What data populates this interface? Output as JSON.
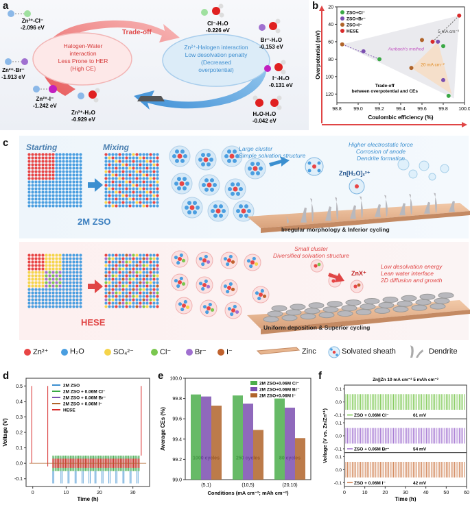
{
  "panel_labels": {
    "a": "a",
    "b": "b",
    "c": "c",
    "d": "d",
    "e": "e",
    "f": "f"
  },
  "panel_a": {
    "trade_off": "Trade-off",
    "left_bubble": [
      "Halogen-Water",
      "interaction",
      "Less Prone to HER",
      "(High CE)"
    ],
    "right_bubble": [
      "Zn²⁺-Halogen interaction",
      "Low desolvation penalty",
      "(Decreased",
      "overpotential)"
    ],
    "species": [
      {
        "name": "Zn²⁺-Cl⁻",
        "energy": "-2.096 eV"
      },
      {
        "name": "Zn²⁺-Br⁻",
        "energy": "-1.913 eV"
      },
      {
        "name": "Zn²⁺-I⁻",
        "energy": "-1.242 eV"
      },
      {
        "name": "Zn²⁺-H₂O",
        "energy": "-0.929 eV"
      },
      {
        "name": "Cl⁻-H₂O",
        "energy": "-0.226 eV"
      },
      {
        "name": "Br⁻-H₂O",
        "energy": "-0.153 eV"
      },
      {
        "name": "I⁻-H₂O",
        "energy": "-0.131 eV"
      },
      {
        "name": "H₂O-H₂O",
        "energy": "-0.042 eV"
      }
    ]
  },
  "panel_b": {
    "chart_data": {
      "type": "scatter",
      "xlabel": "Coulombic efficiency (%)",
      "ylabel": "Overpotential (mV)",
      "xlim": [
        98.8,
        100.0
      ],
      "ylim": [
        130,
        20
      ],
      "xticks": [
        "98.8",
        "99.0",
        "99.2",
        "99.4",
        "99.6",
        "99.8",
        "100.0"
      ],
      "yticks": [
        "20",
        "40",
        "60",
        "80",
        "100",
        "120"
      ],
      "legend": [
        "ZSO+Cl⁻",
        "ZSO+Br⁻",
        "ZSO+I⁻",
        "HESE"
      ],
      "series": [
        {
          "name": "ZSO+Cl⁻",
          "color": "#3aa845",
          "points": [
            [
              99.2,
              80
            ],
            [
              99.8,
              65
            ],
            [
              99.85,
              122
            ]
          ]
        },
        {
          "name": "ZSO+Br⁻",
          "color": "#7b4fb0",
          "points": [
            [
              99.05,
              71
            ],
            [
              99.75,
              60
            ],
            [
              99.8,
              104
            ]
          ]
        },
        {
          "name": "ZSO+I⁻",
          "color": "#b0642a",
          "points": [
            [
              98.85,
              63
            ],
            [
              99.6,
              58
            ],
            [
              99.5,
              90
            ]
          ]
        },
        {
          "name": "HESE",
          "color": "#d82a2a",
          "points": [
            [
              99.95,
              30
            ],
            [
              99.7,
              60
            ]
          ]
        }
      ],
      "annotations": [
        "Aurbach's method",
        "5 mA cm⁻²",
        "20 mA cm⁻²",
        "Trade-off",
        "between overpotential and CEs"
      ]
    }
  },
  "panel_c": {
    "starting": "Starting",
    "mixing": "Mixing",
    "zso_label": "2M ZSO",
    "hese_label": "HESE",
    "top_note": [
      "Large cluster",
      "Simple solvation structure"
    ],
    "top_right_note": [
      "Higher electrostatic force",
      "Corrosion of anode",
      "Dendrite formation"
    ],
    "top_species": "Zn[H₂O]ₓ²⁺",
    "top_bottom": "Irregular morphology & Inferior cycling",
    "bot_note": [
      "Small cluster",
      "Diversified solvation structure"
    ],
    "bot_species": "ZnX⁺",
    "bot_right_note": [
      "Low desolvation energy",
      "Lean water interface",
      "2D diffusion and growth"
    ],
    "bot_bottom": "Uniform deposition & Superior cycling",
    "legend": [
      {
        "label": "Zn²⁺",
        "color": "#e84545"
      },
      {
        "label": "H₂O",
        "color": "#4a9ee0"
      },
      {
        "label": "SO₄²⁻",
        "color": "#f5d44a"
      },
      {
        "label": "Cl⁻",
        "color": "#7ac74f"
      },
      {
        "label": "Br⁻",
        "color": "#a070d0"
      },
      {
        "label": "I⁻",
        "color": "#c0622e"
      }
    ],
    "legend_extra": [
      "Zinc",
      "Solvated sheath",
      "Dendrite"
    ]
  },
  "panel_d": {
    "chart_data": {
      "type": "line",
      "xlabel": "Time (h)",
      "ylabel": "Voltage (V)",
      "xlim": [
        -2,
        35
      ],
      "ylim": [
        -0.15,
        0.55
      ],
      "xticks": [
        "0",
        "10",
        "20",
        "30"
      ],
      "yticks": [
        "-0.1",
        "0.0",
        "0.1",
        "0.2",
        "0.3",
        "0.4",
        "0.5"
      ],
      "legend": [
        "2M ZSO",
        "2M ZSO + 0.06M Cl⁻",
        "2M ZSO + 0.06M Br⁻",
        "2M ZSO + 0.06M I⁻",
        "HESE"
      ],
      "colors": [
        "#3b8fd0",
        "#3aa845",
        "#7b4fb0",
        "#b0642a",
        "#d82a2a"
      ]
    }
  },
  "panel_e": {
    "chart_data": {
      "type": "bar",
      "xlabel": "Conditions (mA cm⁻²; mAh cm⁻²)",
      "ylabel": "Average CEs (%)",
      "ylim": [
        99.0,
        100.0
      ],
      "yticks": [
        "99.0",
        "99.2",
        "99.4",
        "99.6",
        "99.8",
        "100.0"
      ],
      "categories": [
        "(5,1)",
        "(10,5)",
        "(20,10)"
      ],
      "cycle_labels": [
        "1000 cycles",
        "250 cycles",
        "80 cycles"
      ],
      "series": [
        {
          "name": "2M ZSO+0.06M Cl⁻",
          "color": "#4cae4c",
          "values": [
            99.84,
            99.83,
            99.8
          ]
        },
        {
          "name": "2M ZSO+0.06M Br⁻",
          "color": "#7b4fb0",
          "values": [
            99.82,
            99.75,
            99.71
          ]
        },
        {
          "name": "2M ZSO+0.06M I⁻",
          "color": "#b0642a",
          "values": [
            99.73,
            99.49,
            99.41
          ]
        }
      ]
    }
  },
  "panel_f": {
    "title": "Zn||Zn 10 mA cm⁻²  5 mAh cm⁻²",
    "ylabel": "Voltage (V vs. Zn/Zn²⁺)",
    "xlabel": "Time (h)",
    "xticks": [
      "0",
      "10",
      "20",
      "30",
      "40",
      "50",
      "60"
    ],
    "yticks": [
      "0.1",
      "0.0",
      "-0.1"
    ],
    "rows": [
      {
        "label": "ZSO + 0.06M Cl⁻",
        "value": "61 mV",
        "color": "#7ac74f"
      },
      {
        "label": "ZSO + 0.06M Br⁻",
        "value": "54 mV",
        "color": "#a070d0"
      },
      {
        "label": "ZSO + 0.06M I⁻",
        "value": "42 mV",
        "color": "#d08050"
      }
    ]
  }
}
